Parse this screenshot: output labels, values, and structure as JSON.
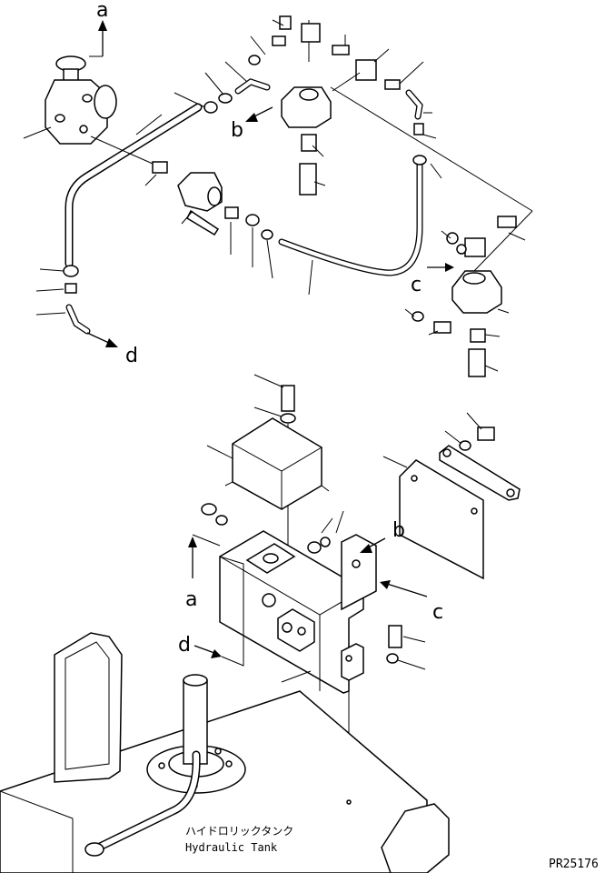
{
  "callouts": {
    "a": "a",
    "b": "b",
    "c": "c",
    "d": "d"
  },
  "caption": {
    "japanese": "ハイドロリックタンク",
    "english": "Hydraulic Tank"
  },
  "drawing_number": "PR25176"
}
